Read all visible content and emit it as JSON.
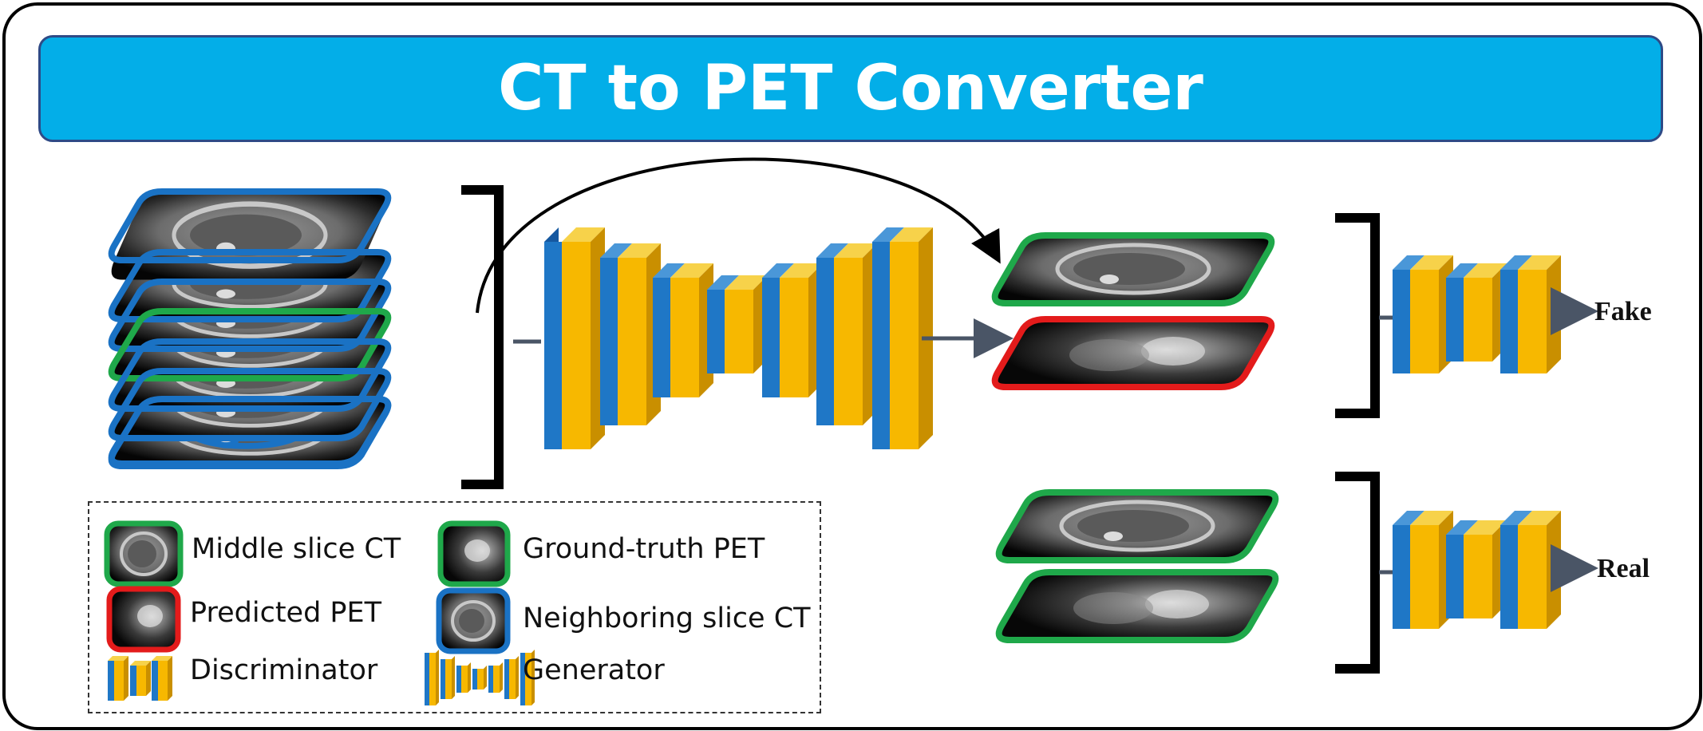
{
  "title": "CT to PET Converter",
  "outputs": {
    "fake": "Fake",
    "real": "Real"
  },
  "legend": {
    "middle_slice_ct": "Middle slice CT",
    "ground_truth_pet": "Ground-truth PET",
    "predicted_pet": "Predicted PET",
    "neighboring_slice_ct": "Neighboring slice CT",
    "discriminator": "Discriminator",
    "generator": "Generator"
  },
  "colors": {
    "title_bar": "#03aee8",
    "neighbor_border": "#1a72c4",
    "middle_border": "#1fa84a",
    "predicted_border": "#e31b1b",
    "block_blue": "#1f77c6",
    "block_yellow": "#f7b800",
    "arrow": "#4a5566"
  },
  "icons": [
    "ct-slice-icon",
    "pet-slice-icon",
    "discriminator-icon",
    "generator-icon",
    "arrow-icon",
    "bracket-icon"
  ]
}
